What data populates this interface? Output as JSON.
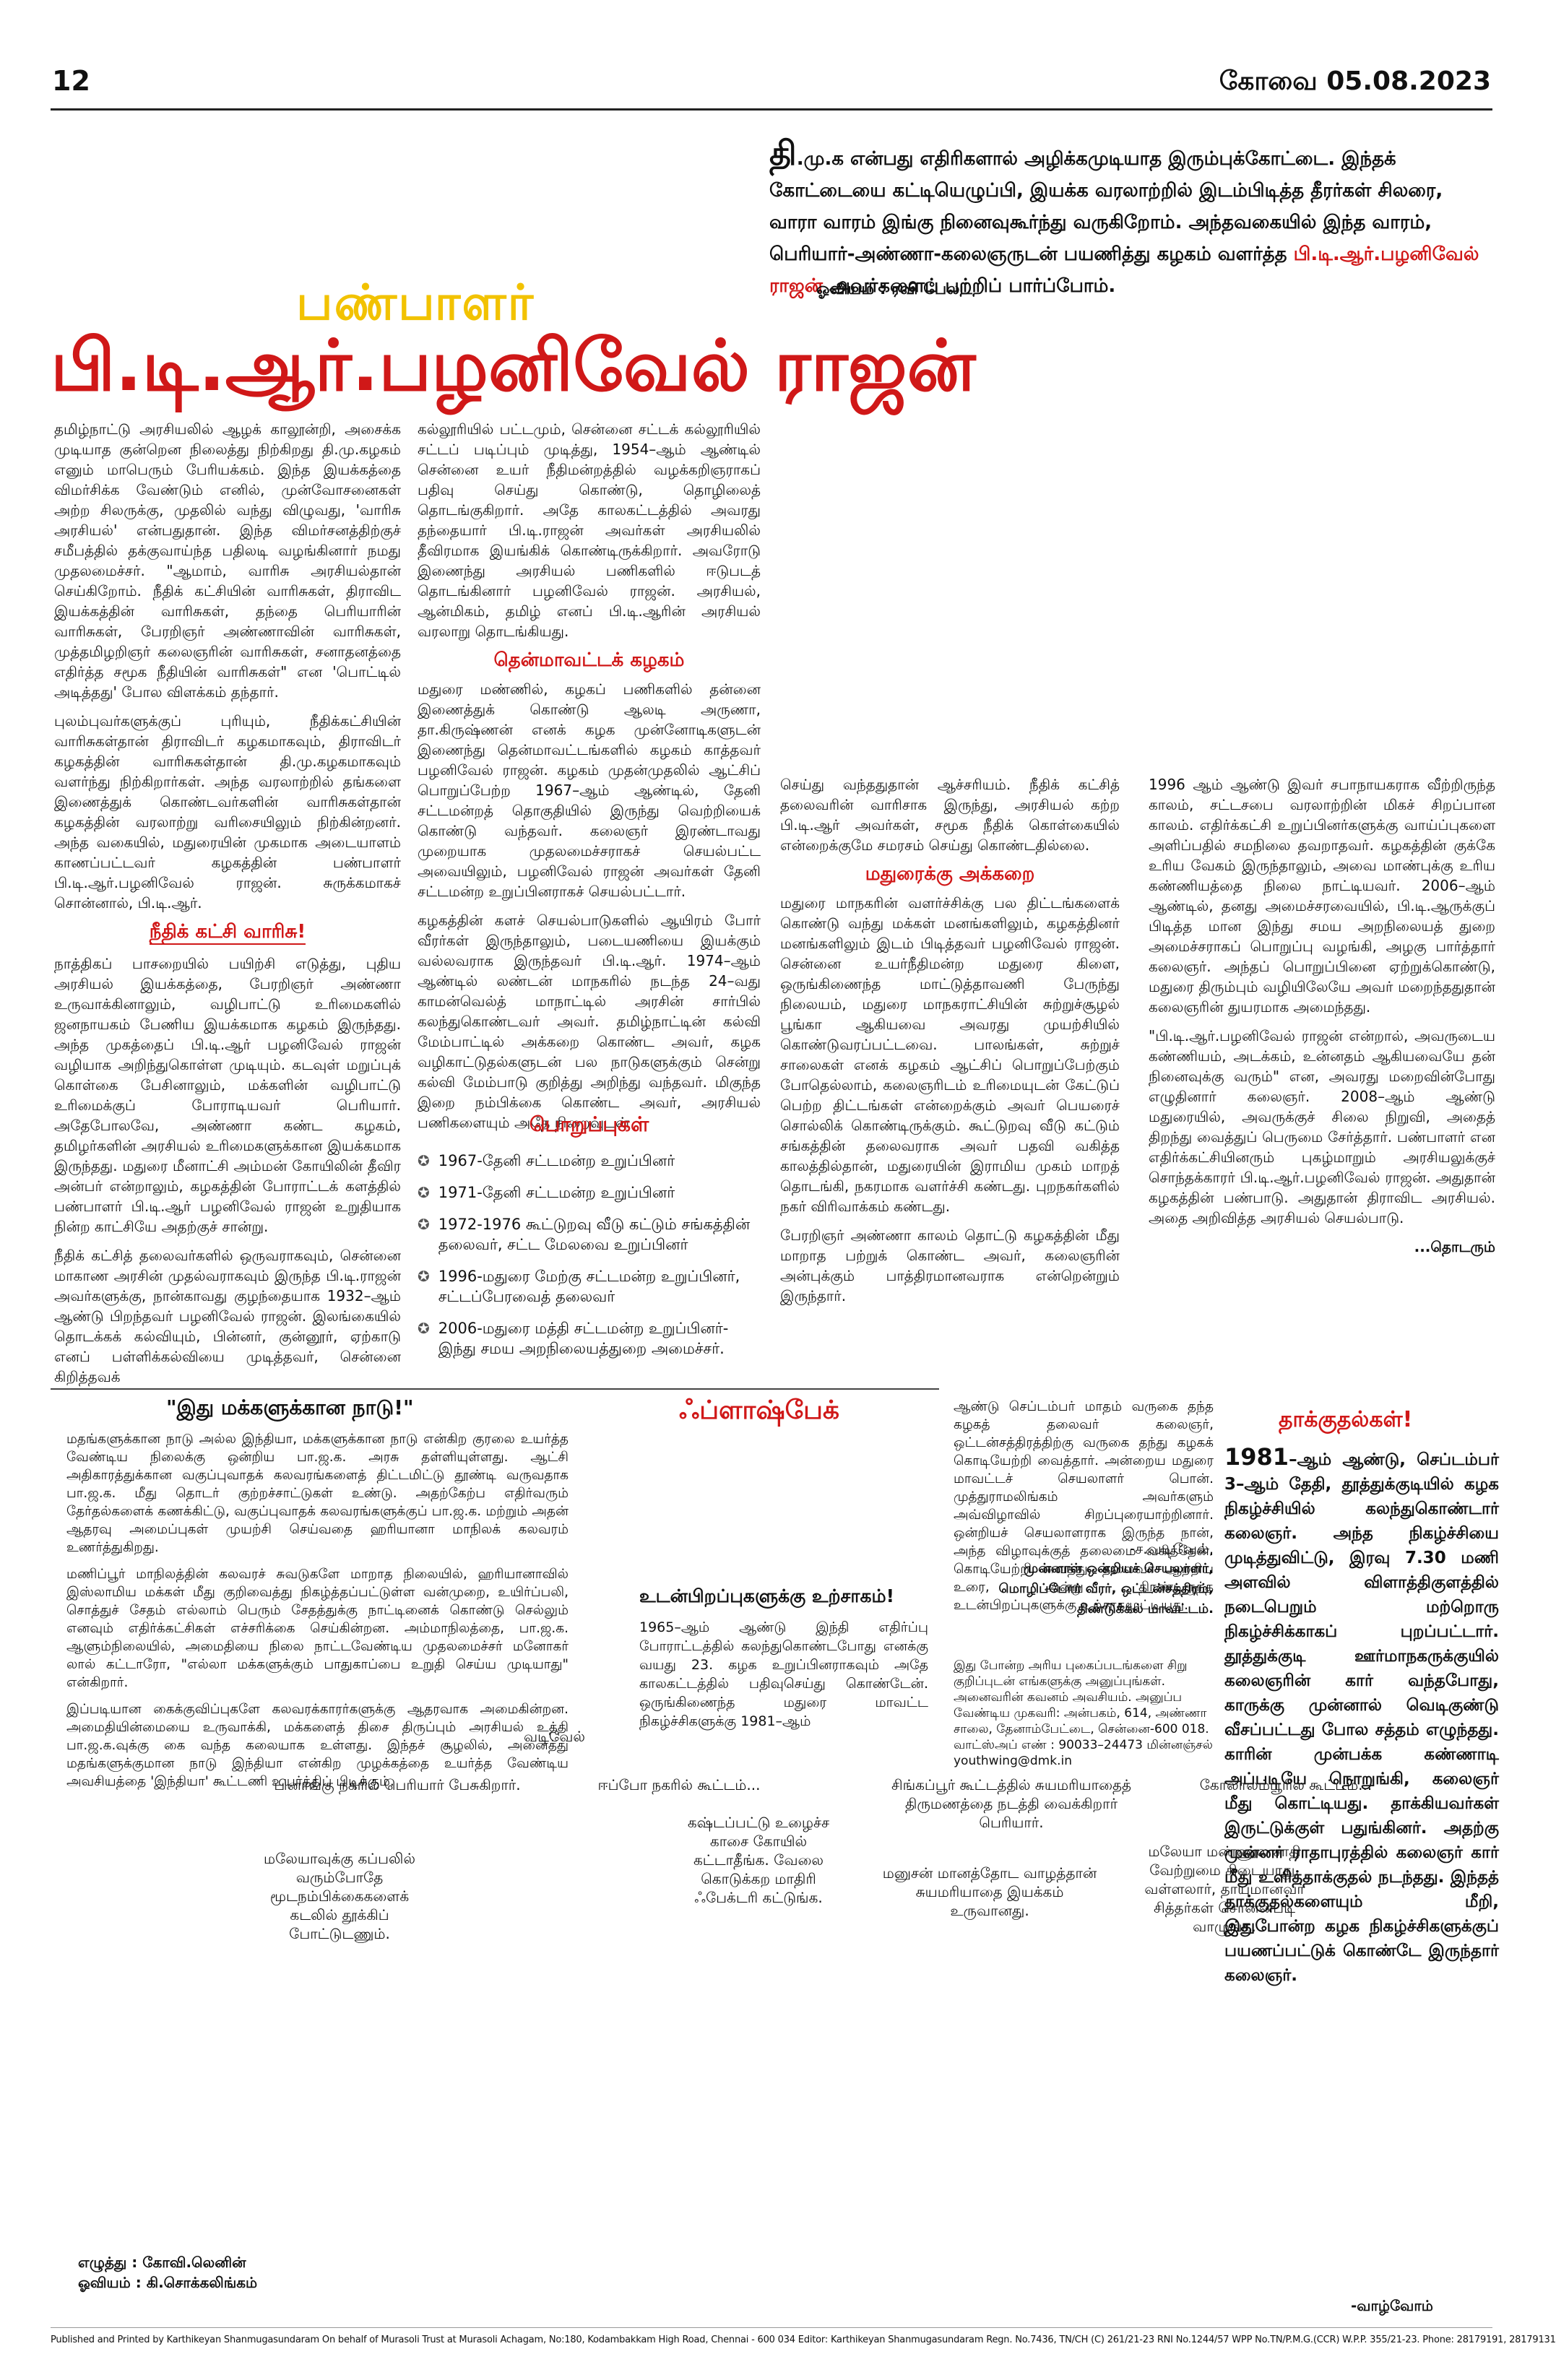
{
  "header": {
    "page_number": "12",
    "date": "கோவை 05.08.2023"
  },
  "intro": {
    "lead": "தி",
    "part1": ".மு.க என்பது எதிரிகளால் அழிக்கமுடியாத இரும்புக்கோட்டை. இந்தக் கோட்டையை கட்டியெழுப்பி, இயக்க வரலாற்றில் இடம்பிடித்த தீரர்கள் சிலரை, வாரா வாரம் இங்கு நினைவுகூர்ந்து வருகிறோம். அந்தவகையில் இந்த வாரம், பெரியார்-அண்ணா-கலைஞருடன் பயணித்து கழகம் வளர்த்த ",
    "highlight": "பி.டி.ஆர்.பழனிவேல் ராஜன்",
    "part2": " அவர்களைப் பற்றிப் பார்ப்போம்.",
    "credit": "ஓவியம் :  ரவி பேலட்"
  },
  "kicker": "பண்பாளர்",
  "headline": "பி.டி.ஆர்.பழனிவேல் ராஜன்",
  "col1": {
    "p1": "தமிழ்நாட்டு அரசியலில் ஆழக் காலூன்றி, அசைக்க முடியாத குன்றென நிலைத்து நிற்கிறது தி.மு.கழகம் எனும் மாபெரும் பேரியக்கம். இந்த இயக்கத்தை விமர்சிக்க வேண்டும் எனில், முன்வோசனைகள் அற்ற சிலருக்கு, முதலில் வந்து விழுவது, 'வாரிசு அரசியல்' என்பதுதான். இந்த விமர்சனத்திற்குச் சமீபத்தில் தக்குவாய்ந்த பதிலடி வழங்கினார் நமது முதலமைச்சர். \"ஆமாம், வாரிசு அரசியல்தான் செய்கிறோம். நீதிக் கட்சியின் வாரிசுகள், திராவிட இயக்கத்தின் வாரிசுகள், தந்தை பெரியாரின் வாரிசுகள், பேரறிஞர் அண்ணாவின் வாரிசுகள், முத்தமிழறிஞர் கலைஞரின் வாரிசுகள், சனாதனத்தை எதிர்த்த சமூக நீதியின் வாரிசுகள்\" என 'பொட்டில் அடித்தது' போல விளக்கம் தந்தார்.",
    "p2": "புலம்புவர்களுக்குப் புரியும், நீதிக்கட்சியின் வாரிசுகள்தான் திராவிடர் கழகமாகவும், திராவிடர் கழகத்தின் வாரிசுகள்தான் தி.மு.கழகமாகவும் வளர்ந்து நிற்கிறார்கள். அந்த வரலாற்றில் தங்களை இணைத்துக் கொண்டவர்களின் வாரிசுகள்தான் கழகத்தின் வரலாற்று வரிசையிலும் நிற்கின்றனர். அந்த வகையில், மதுரையின் முகமாக அடையாளம் காணப்பட்டவர் கழகத்தின் பண்பாளர் பி.டி.ஆர்.பழனிவேல் ராஜன். சுருக்கமாகச் சொன்னால், பி.டி.ஆர்.",
    "sub1": "நீதிக் கட்சி வாரிசு!",
    "p3": "நாத்திகப் பாசறையில் பயிற்சி எடுத்து, புதிய அரசியல் இயக்கத்தை, பேரறிஞர் அண்ணா உருவாக்கினாலும், வழிபாட்டு உரிமைகளில் ஜனநாயகம் பேணிய இயக்கமாக கழகம் இருந்தது. அந்த முகத்தைப் பி.டி.ஆர் பழனிவேல் ராஜன் வழியாக அறிந்துகொள்ள முடியும். கடவுள் மறுப்புக் கொள்கை பேசினாலும், மக்களின் வழிபாட்டு உரிமைக்குப் போராடியவர் பெரியார். அதேபோலவே, அண்ணா கண்ட கழகம், தமிழர்களின் அரசியல் உரிமைகளுக்கான இயக்கமாக இருந்தது. மதுரை மீனாட்சி அம்மன் கோயிலின் தீவிர அன்பர் என்றாலும், கழகத்தின் போராட்டக் களத்தில் பண்பாளர் பி.டி.ஆர் பழனிவேல் ராஜன் உறுதியாக நின்ற காட்சியே அதற்குச் சான்று.",
    "p4": "நீதிக் கட்சித் தலைவர்களில் ஒருவராகவும், சென்னை மாகாண அரசின் முதல்வராகவும் இருந்த பி.டி.ராஜன் அவர்களுக்கு, நான்காவது குழந்தையாக 1932–ஆம் ஆண்டு பிறந்தவர் பழனிவேல் ராஜன். இலங்கையில் தொடக்கக் கல்வியும், பின்னர், குன்னூர், ஏற்காடு எனப் பள்ளிக்கல்வியை முடித்தவர், சென்னை கிறித்தவக்"
  },
  "col2": {
    "p1": "கல்லூரியில் பட்டமும், சென்னை சட்டக் கல்லூரியில் சட்டப் படிப்பும் முடித்து, 1954–ஆம் ஆண்டில் சென்னை உயர் நீதிமன்றத்தில் வழக்கறிஞராகப் பதிவு செய்து கொண்டு, தொழிலைத் தொடங்குகிறார். அதே காலகட்டத்தில் அவரது தந்தையார் பி.டி.ராஜன் அவர்கள் அரசியலில் தீவிரமாக இயங்கிக் கொண்டிருக்கிறார். அவரோடு இணைந்து அரசியல் பணிகளில் ஈடுபடத் தொடங்கினார் பழனிவேல் ராஜன். அரசியல், ஆன்மிகம், தமிழ் எனப் பி.டி.ஆரின் அரசியல் வரலாறு தொடங்கியது.",
    "sub": "தென்மாவட்டக் கழகம்",
    "p2": "மதுரை மண்ணில், கழகப் பணிகளில் தன்னை இணைத்துக் கொண்டு ஆலடி அருணா, தா.கிருஷ்ணன் எனக் கழக முன்னோடிகளுடன் இணைந்து தென்மாவட்டங்களில் கழகம் காத்தவர் பழனிவேல் ராஜன். கழகம் முதன்முதலில் ஆட்சிப் பொறுப்பேற்ற 1967–ஆம் ஆண்டில், தேனி சட்டமன்றத் தொகுதியில் இருந்து வெற்றியைக் கொண்டு வந்தவர். கலைஞர் இரண்டாவது முறையாக முதலமைச்சராகச் செயல்பட்ட அவையிலும், பழனிவேல் ராஜன் அவர்கள் தேனி சட்டமன்ற உறுப்பினராகச் செயல்பட்டார்.",
    "p3": "கழகத்தின் களச் செயல்பாடுகளில் ஆயிரம் போர் வீரர்கள் இருந்தாலும், படையணியை இயக்கும் வல்லவராக இருந்தவர் பி.டி.ஆர். 1974–ஆம் ஆண்டில் லண்டன் மாநகரில் நடந்த 24–வது காமன்வெல்த் மாநாட்டில் அரசின் சார்பில் கலந்துகொண்டவர் அவர். தமிழ்நாட்டின் கல்வி மேம்பாட்டில் அக்கறை கொண்ட அவர், கழக வழிகாட்டுதல்களுடன் பல நாடுகளுக்கும் சென்று கல்வி மேம்பாடு குறித்து அறிந்து வந்தவர். மிகுந்த இறை நம்பிக்கை கொண்ட அவர், அரசியல் பணிகளையும் அதே நிறைவுடன்",
    "resp_title": "பொறுப்புகள்",
    "resp": [
      "1967-தேனி சட்டமன்ற உறுப்பினர்",
      "1971-தேனி சட்டமன்ற உறுப்பினர்",
      "1972-1976 கூட்டுறவு வீடு கட்டும் சங்கத்தின் தலைவர், சட்ட மேலவை உறுப்பினர்",
      "1996-மதுரை மேற்கு சட்டமன்ற உறுப்பினர், சட்டப்பேரவைத் தலைவர்",
      "2006-மதுரை மத்தி சட்டமன்ற உறுப்பினர்-இந்து சமய அறநிலையத்துறை அமைச்சர்."
    ]
  },
  "col3": {
    "p1": "செய்து வந்ததுதான் ஆச்சரியம். நீதிக் கட்சித் தலைவரின் வாரிசாக இருந்து, அரசியல் கற்ற பி.டி.ஆர் அவர்கள், சமூக நீதிக் கொள்கையில் என்றைக்குமே சமரசம் செய்து கொண்டதில்லை.",
    "sub": "மதுரைக்கு அக்கறை",
    "p2": "மதுரை மாநகரின் வளர்ச்சிக்கு பல திட்டங்களைக் கொண்டு வந்து மக்கள் மனங்களிலும், கழகத்தினர் மனங்களிலும் இடம் பிடித்தவர் பழனிவேல் ராஜன். சென்னை உயர்நீதிமன்ற மதுரை கிளை, ஒருங்கிணைந்த மாட்டுத்தாவணி பேருந்து நிலையம், மதுரை மாநகராட்சியின் சுற்றுச்சூழல் பூங்கா ஆகியவை அவரது முயற்சியில் கொண்டுவரப்பட்டவை. பாலங்கள், சுற்றுச் சாலைகள் எனக் கழகம் ஆட்சிப் பொறுப்பேற்கும் போதெல்லாம், கலைஞரிடம் உரிமையுடன் கேட்டுப் பெற்ற திட்டங்கள் என்றைக்கும் அவர் பெயரைச் சொல்லிக் கொண்டிருக்கும். கூட்டுறவு வீடு கட்டும் சங்கத்தின் தலைவராக அவர் பதவி வகித்த காலத்தில்தான், மதுரையின் இராமிய முகம் மாறத் தொடங்கி, நகரமாக வளர்ச்சி கண்டது. புறநகர்களில் நகர் விரிவாக்கம் கண்டது.",
    "p3": "பேரறிஞர் அண்ணா காலம் தொட்டு கழகத்தின் மீது மாறாத பற்றுக் கொண்ட அவர், கலைஞரின் அன்புக்கும் பாத்திரமானவராக என்றென்றும் இருந்தார்."
  },
  "col4": {
    "p1": "1996 ஆம் ஆண்டு இவர் சபாநாயகராக வீற்றிருந்த காலம், சட்டசபை வரலாற்றின் மிகச் சிறப்பான காலம். எதிர்க்கட்சி உறுப்பினர்களுக்கு வாய்ப்புகளை அளிப்பதில் சமநிலை தவறாதவர். கழகத்தின் குக்கே உரிய வேகம் இருந்தாலும், அவை மாண்புக்கு உரிய கண்ணியத்தை நிலை நாட்டியவர். 2006–ஆம் ஆண்டில், தனது அமைச்சரவையில், பி.டி.ஆருக்குப் பிடித்த மான இந்து சமய அறநிலையத் துறை அமைச்சராகப் பொறுப்பு வழங்கி, அழகு பார்த்தார் கலைஞர். அந்தப் பொறுப்பினை ஏற்றுக்கொண்டு, மதுரை திரும்பும் வழியிலேயே அவர் மறைந்ததுதான் கலைஞரின் துயரமாக அமைந்தது.",
    "p2": "\"பி.டி.ஆர்.பழனிவேல் ராஜன் என்றால், அவருடைய கண்ணியம், அடக்கம், உன்னதம் ஆகியவையே தன் நினைவுக்கு வரும்\" என, அவரது மறைவின்போது எழுதினார் கலைஞர். 2008–ஆம் ஆண்டு மதுரையில், அவருக்குச் சிலை நிறுவி, அதைத் திறந்து வைத்துப் பெருமை சேர்த்தார். பண்பாளர் என எதிர்க்கட்சியினரும் புகழ்மாறும் அரசியலுக்குச் சொந்தக்காரர் பி.டி.ஆர்.பழனிவேல் ராஜன். அதுதான் கழகத்தின் பண்பாடு. அதுதான் திராவிட அரசியல். அதை அறிவித்த அரசியல் செயல்பாடு.",
    "continued": "...தொடரும்"
  },
  "quote": {
    "title": "\"இது மக்களுக்கான நாடு!\"",
    "p1": "மதங்களுக்கான நாடு அல்ல இந்தியா, மக்களுக்கான நாடு என்கிற குரலை உயர்த்த வேண்டிய நிலைக்கு ஒன்றிய பா.ஜ.க. அரசு தள்ளியுள்ளது. ஆட்சி அதிகாரத்துக்கான வகுப்புவாதக் கலவரங்களைத் திட்டமிட்டு தூண்டி வருவதாக பா.ஜ.க. மீது தொடர் குற்றச்சாட்டுகள் உண்டு. அதற்கேற்ப எதிர்வரும் தேர்தல்களைக் கணக்கிட்டு, வகுப்புவாதக் கலவரங்களுக்குப் பா.ஜ.க. மற்றும் அதன் ஆதரவு அமைப்புகள் முயற்சி செய்வதை ஹரியானா மாநிலக் கலவரம் உணர்த்துகிறது.",
    "p2": "மணிப்பூர் மாநிலத்தின் கலவரச் சுவடுகளே மாறாத நிலையில், ஹரியானாவில் இஸ்லாமிய மக்கள் மீது குறிவைத்து நிகழ்த்தப்பட்டுள்ள வன்முறை, உயிர்ப்பலி, சொத்துச் சேதம் எல்லாம் பெரும் சேதத்துக்கு நாட்டினைக் கொண்டு செல்லும் எனவும் எதிர்க்கட்சிகள் எச்சரிக்கை செய்கின்றன. அம்மாநிலத்தை, பா.ஜ.க. ஆளும்நிலையில், அமைதியை நிலை நாட்டவேண்டிய முதலமைச்சர் மனோகர் லால் கட்டாரோ, \"எல்லா மக்களுக்கும் பாதுகாப்பை உறுதி செய்ய முடியாது\" என்கிறார்.",
    "p3": "இப்படியான கைக்குவிப்புகளே கலவரக்காரர்களுக்கு ஆதரவாக அமைகின்றன. அமைதியின்மையை உருவாக்கி, மக்களைத் திசை திருப்பும் அரசியல் உத்தி பா.ஜ.க.வுக்கு கை வந்த கலையாக உள்ளது. இந்தச் சூழலில், அனைத்து மதங்களுக்குமான நாடு இந்தியா என்கிற முழக்கத்தை உயர்த்த வேண்டிய அவசியத்தை 'இந்தியா' கூட்டணி உயர்த்திப் பிடிக்கும்.",
    "sign": "வடிவேல்"
  },
  "flashback": {
    "title": "ஃப்ளாஷ்பேக்",
    "sub": "உடன்பிறப்புகளுக்கு உற்சாகம்!",
    "p1": "1965–ஆம் ஆண்டு இந்தி எதிர்ப்பு போராட்டத்தில் கலந்துகொண்டபோது எனக்கு வயது 23. கழக உறுப்பினராகவும் அதே காலகட்டத்தில் பதிவுசெய்து கொண்டேன். ஒருங்கிணைந்த மதுரை மாவட்ட நிகழ்ச்சிகளுக்கு 1981–ஆம்",
    "p2": "ஆண்டு செப்டம்பர் மாதம் வருகை தந்த கழகத் தலைவர் கலைஞர், ஒட்டன்சத்திரத்திற்கு வருகை தந்து கழகக் கொடியேற்றி வைத்தார். அன்றைய மதுரை மாவட்டச் செயலாளர் பொன். முத்துராமலிங்கம் அவர்களும் அவ்விழாவில் சிறப்புரையாற்றினார். ஒன்றியச் செயலாளராக இருந்த நான், அந்த விழாவுக்குத் தலைமை வகித்தேன். கொடியேற்றி வைத்து, தலைவர் ஆற்றிய உரை, அன்று திரண்டிருந்த உடன்பிறப்புகளுக்கு உற்சாகமூட்டியது.",
    "sign1": "-ச.வடிவேல்,",
    "sign2": "முன்னாள் ஒன்றியச் செயலாளர்,",
    "sign3": "மொழிப்போர் வீரர், ஒட்டன்சத்திரம்,",
    "sign4": "திண்டுக்கல் மாவட்டம்.",
    "notice": "இது போன்ற அரிய புகைப்படங்களை சிறு குறிப்புடன் எங்களுக்கு அனுப்புங்கள். அனைவரின் கவனம் அவசியம். அனுப்ப வேண்டிய முகவரி: அன்பகம், 614, அண்ணா சாலை, தேனாம்பேட்டை, சென்னை-600 018. வாட்ஸ்அப் எண் : 90033–24473 மின்னஞ்சல் youthwing@dmk.in"
  },
  "attacks": {
    "title": "தாக்குதல்கள்!",
    "year": "1981",
    "body": "–ஆம் ஆண்டு, செப்டம்பர் 3–ஆம் தேதி, தூத்துக்குடியில் கழக நிகழ்ச்சியில் கலந்துகொண்டார் கலைஞர். அந்த நிகழ்ச்சியை முடித்துவிட்டு, இரவு 7.30 மணி அளவில் விளாத்திகுளத்தில் நடைபெறும் மற்றொரு நிகழ்ச்சிக்காகப் புறப்பட்டார். தூத்துக்குடி ஊர்மாநகருக்குயில் கலைஞரின் கார் வந்தபோது, காருக்கு முன்னால் வெடிகுண்டு வீசப்பட்டது போல சத்தம் எழுந்தது. காரின் முன்பக்க கண்ணாடி அப்படியே நொறுங்கி, கலைஞர் மீது கொட்டியது. தாக்கியவர்கள் இருட்டுக்குள் பதுங்கினர். அதற்கு முன்னர் ராதாபுரத்தில் கலைஞர் கார் மீது உளித்தாக்குதல் நடந்தது. இந்தத் தாக்குதல்களையும் மீறி, இதுபோன்ற கழக நிகழ்ச்சிகளுக்குப் பயணப்பட்டுக் கொண்டே இருந்தார் கலைஞர்."
  },
  "comic": {
    "panels": [
      {
        "top": "பினாங்கு நகரில் பெரியார் பேசுகிறார்.",
        "bottom": "மலேயாவுக்கு கப்பலில் வரும்போதே மூடநம்பிக்கைகளைக் கடலில் தூக்கிப் போட்டுடணும்."
      },
      {
        "top": "ஈப்போ நகரில் கூட்டம்...",
        "bottom": "கஷ்டப்பட்டு உழைச்ச காசை கோயில் கட்டாதீங்க. வேலை கொடுக்கற மாதிரி ஃபேக்டரி கட்டுங்க."
      },
      {
        "top": "சிங்கப்பூர் கூட்டத்தில் சுயமரியாதைத் திருமணத்தை நடத்தி வைக்கிறார் பெரியார்.",
        "bottom": "மனுசன் மானத்தோட வாழத்தான் சுயமரியாதை இயக்கம் உருவானது."
      },
      {
        "top": "கோலாலம்பூரில் கூட்டம்...",
        "bottom": "மலேயா மண்ணுல சாதி வேற்றுமை கிடையாது. வள்ளலார், தாயுமானவர் சித்தர்கள் சொன்னபடி வாழுங்க."
      }
    ],
    "credit1": "எழுத்து : கோவி.லெனின்",
    "credit2": "ஓவியம் : கி.சொக்கலிங்கம்",
    "end": "-வாழ்வோம்"
  },
  "imprint": "Published and Printed by Karthikeyan Shanmugasundaram On behalf of Murasoli Trust at Murasoli Achagam, No:180, Kodambakkam High Road, Chennai - 600 034 Editor: Karthikeyan Shanmugasundaram Regn. No.7436, TN/CH (C) 261/21-23 RNI No.1244/57 WPP No.TN/P.M.G.(CCR) W.P.P. 355/21-23. Phone: 28179191, 28179131"
}
